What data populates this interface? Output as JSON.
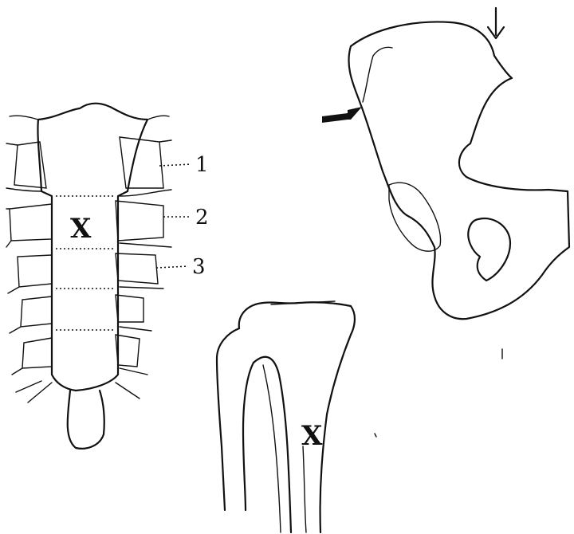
{
  "labels": {
    "rib_1": "1",
    "rib_2": "2",
    "rib_3": "3",
    "sternum_mark": "X",
    "tibia_mark": "X"
  },
  "colors": {
    "ink": "#111111",
    "background": "#ffffff"
  }
}
